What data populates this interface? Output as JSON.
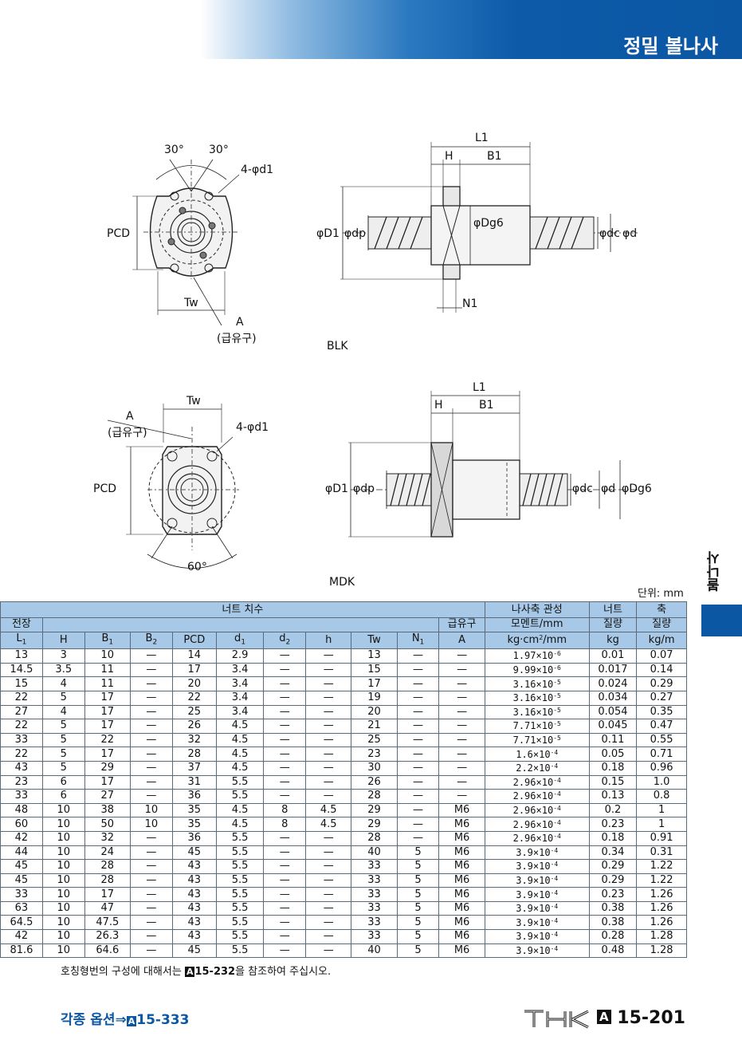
{
  "header": {
    "title": "정밀 볼나사"
  },
  "side_tab": {
    "label": "볼나사"
  },
  "drawings": {
    "blk": {
      "caption": "BLK",
      "labels": {
        "angle_left": "30°",
        "angle_right": "30°",
        "holes": "4-φd1",
        "pcd": "PCD",
        "tw": "Tw",
        "a": "A",
        "grease": "(급유구)",
        "l1": "L1",
        "h": "H",
        "b1": "B1",
        "d1": "φD1",
        "dp": "φdp",
        "dg6": "φDg6",
        "dc": "φdc",
        "d": "φd",
        "n1": "N1"
      }
    },
    "mdk": {
      "caption": "MDK",
      "labels": {
        "tw": "Tw",
        "a": "A",
        "grease": "(급유구)",
        "holes": "4-φd1",
        "pcd": "PCD",
        "angle": "60°",
        "l1": "L1",
        "h": "H",
        "b1": "B1",
        "d1": "φD1",
        "dp": "φdp",
        "dc": "φdc",
        "d": "φd",
        "dg6": "φDg6"
      }
    }
  },
  "unit_note": "단위: mm",
  "table": {
    "group_header": "너트 치수",
    "header_row1": {
      "length": "전장",
      "grease": "급유구",
      "moment": "나사축 관성",
      "nut_mass": "너트",
      "shaft_mass": "축"
    },
    "header_row2": {
      "moment": "모멘트/mm",
      "nut_mass": "질량",
      "shaft_mass": "질량"
    },
    "header_row3": [
      "L1",
      "H",
      "B1",
      "B2",
      "PCD",
      "d1",
      "d2",
      "h",
      "Tw",
      "N1",
      "A",
      "kg·cm²/mm",
      "kg",
      "kg/m"
    ],
    "rows": [
      [
        "13",
        "3",
        "10",
        "—",
        "14",
        "2.9",
        "—",
        "—",
        "13",
        "—",
        "—",
        "1.97×10-6",
        "0.01",
        "0.07"
      ],
      [
        "14.5",
        "3.5",
        "11",
        "—",
        "17",
        "3.4",
        "—",
        "—",
        "15",
        "—",
        "—",
        "9.99×10-6",
        "0.017",
        "0.14"
      ],
      [
        "15",
        "4",
        "11",
        "—",
        "20",
        "3.4",
        "—",
        "—",
        "17",
        "—",
        "—",
        "3.16×10-5",
        "0.024",
        "0.29"
      ],
      [
        "22",
        "5",
        "17",
        "—",
        "22",
        "3.4",
        "—",
        "—",
        "19",
        "—",
        "—",
        "3.16×10-5",
        "0.034",
        "0.27"
      ],
      [
        "27",
        "4",
        "17",
        "—",
        "25",
        "3.4",
        "—",
        "—",
        "20",
        "—",
        "—",
        "3.16×10-5",
        "0.054",
        "0.35"
      ],
      [
        "22",
        "5",
        "17",
        "—",
        "26",
        "4.5",
        "—",
        "—",
        "21",
        "—",
        "—",
        "7.71×10-5",
        "0.045",
        "0.47"
      ],
      [
        "33",
        "5",
        "22",
        "—",
        "32",
        "4.5",
        "—",
        "—",
        "25",
        "—",
        "—",
        "7.71×10-5",
        "0.11",
        "0.55"
      ],
      [
        "22",
        "5",
        "17",
        "—",
        "28",
        "4.5",
        "—",
        "—",
        "23",
        "—",
        "—",
        "1.6×10-4",
        "0.05",
        "0.71"
      ],
      [
        "43",
        "5",
        "29",
        "—",
        "37",
        "4.5",
        "—",
        "—",
        "30",
        "—",
        "—",
        "2.2×10-4",
        "0.18",
        "0.96"
      ],
      [
        "23",
        "6",
        "17",
        "—",
        "31",
        "5.5",
        "—",
        "—",
        "26",
        "—",
        "—",
        "2.96×10-4",
        "0.15",
        "1.0"
      ],
      [
        "33",
        "6",
        "27",
        "—",
        "36",
        "5.5",
        "—",
        "—",
        "28",
        "—",
        "—",
        "2.96×10-4",
        "0.13",
        "0.8"
      ],
      [
        "48",
        "10",
        "38",
        "10",
        "35",
        "4.5",
        "8",
        "4.5",
        "29",
        "—",
        "M6",
        "2.96×10-4",
        "0.2",
        "1"
      ],
      [
        "60",
        "10",
        "50",
        "10",
        "35",
        "4.5",
        "8",
        "4.5",
        "29",
        "—",
        "M6",
        "2.96×10-4",
        "0.23",
        "1"
      ],
      [
        "42",
        "10",
        "32",
        "—",
        "36",
        "5.5",
        "—",
        "—",
        "28",
        "—",
        "M6",
        "2.96×10-4",
        "0.18",
        "0.91"
      ],
      [
        "44",
        "10",
        "24",
        "—",
        "45",
        "5.5",
        "—",
        "—",
        "40",
        "5",
        "M6",
        "3.9×10-4",
        "0.34",
        "0.31"
      ],
      [
        "45",
        "10",
        "28",
        "—",
        "43",
        "5.5",
        "—",
        "—",
        "33",
        "5",
        "M6",
        "3.9×10-4",
        "0.29",
        "1.22"
      ],
      [
        "45",
        "10",
        "28",
        "—",
        "43",
        "5.5",
        "—",
        "—",
        "33",
        "5",
        "M6",
        "3.9×10-4",
        "0.29",
        "1.22"
      ],
      [
        "33",
        "10",
        "17",
        "—",
        "43",
        "5.5",
        "—",
        "—",
        "33",
        "5",
        "M6",
        "3.9×10-4",
        "0.23",
        "1.26"
      ],
      [
        "63",
        "10",
        "47",
        "—",
        "43",
        "5.5",
        "—",
        "—",
        "33",
        "5",
        "M6",
        "3.9×10-4",
        "0.38",
        "1.26"
      ],
      [
        "64.5",
        "10",
        "47.5",
        "—",
        "43",
        "5.5",
        "—",
        "—",
        "33",
        "5",
        "M6",
        "3.9×10-4",
        "0.38",
        "1.26"
      ],
      [
        "42",
        "10",
        "26.3",
        "—",
        "43",
        "5.5",
        "—",
        "—",
        "33",
        "5",
        "M6",
        "3.9×10-4",
        "0.28",
        "1.28"
      ],
      [
        "81.6",
        "10",
        "64.6",
        "—",
        "45",
        "5.5",
        "—",
        "—",
        "40",
        "5",
        "M6",
        "3.9×10-4",
        "0.48",
        "1.28"
      ]
    ]
  },
  "footnote": {
    "pre": "호칭형번의 구성에 대해서는",
    "box": "A",
    "ref": "15-232",
    "post": "을 참조하여 주십시오."
  },
  "footer": {
    "options_label": "각종 옵션⇒",
    "options_box": "A",
    "options_ref": "15-333",
    "brand": "THK",
    "page_box": "A",
    "page_number": "15-201"
  },
  "colors": {
    "brand_blue": "#0b57a4",
    "table_header": "#a7c9e7"
  }
}
